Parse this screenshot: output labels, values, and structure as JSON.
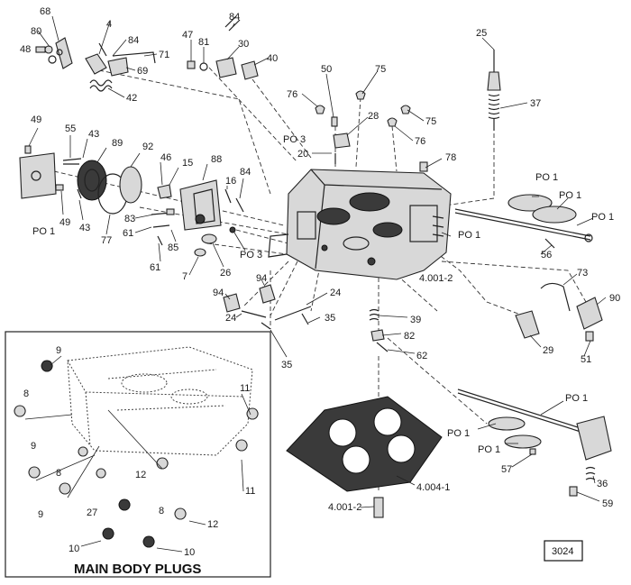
{
  "inset": {
    "title": "MAIN BODY PLUGS"
  },
  "figure_code": "3024",
  "callouts": [
    "68",
    "80",
    "48",
    "4",
    "84",
    "71",
    "69",
    "42",
    "47",
    "81",
    "30",
    "84",
    "40",
    "25",
    "37",
    "50",
    "75",
    "76",
    "75",
    "76",
    "28",
    "PO 3",
    "20",
    "78",
    "49",
    "55",
    "43",
    "89",
    "92",
    "46",
    "15",
    "88",
    "16",
    "84",
    "PO 1",
    "49",
    "43",
    "77",
    "83",
    "61",
    "85",
    "61",
    "7",
    "26",
    "PO 3",
    "PO 1",
    "PO 1",
    "PO 1",
    "PO 1",
    "56",
    "73",
    "90",
    "94",
    "94",
    "24",
    "24",
    "35",
    "35",
    "4.001-2",
    "39",
    "82",
    "62",
    "29",
    "51",
    "PO 1",
    "PO 1",
    "PO 1",
    "57",
    "36",
    "59",
    "4.004-1",
    "4.001-2",
    "9",
    "8",
    "11",
    "9",
    "8",
    "9",
    "27",
    "12",
    "8",
    "12",
    "11",
    "10",
    "10"
  ]
}
